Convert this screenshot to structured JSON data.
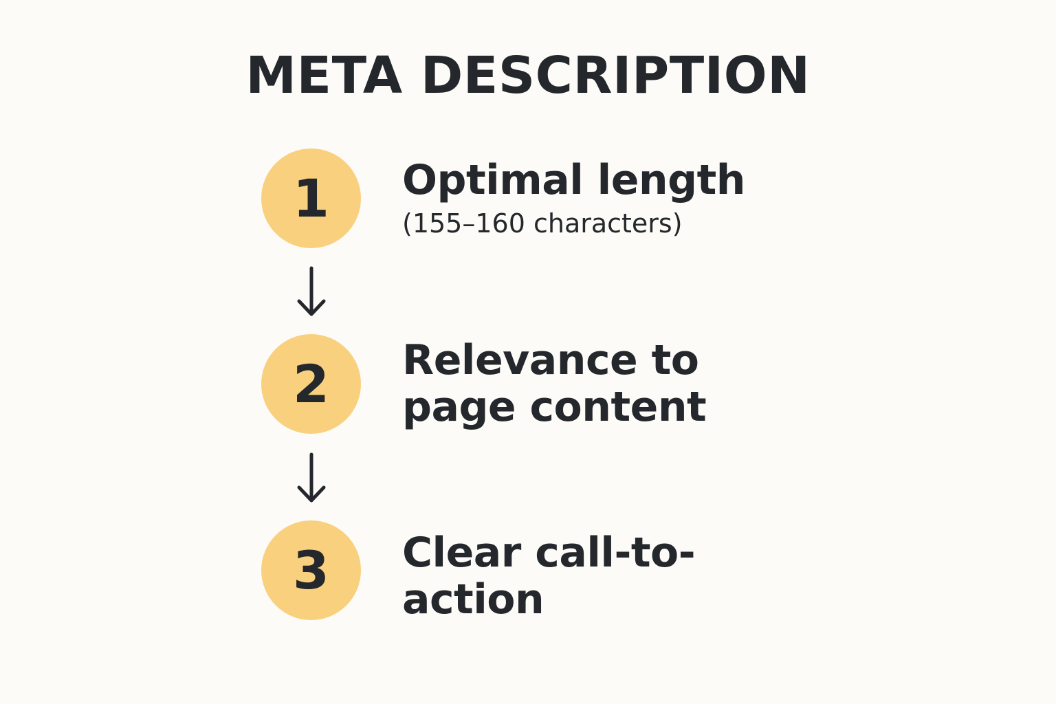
{
  "title": "META DESCRIPTION",
  "colors": {
    "background": "#fcfbf7",
    "circle_fill": "#f9d07e",
    "text": "#24272b"
  },
  "steps": [
    {
      "number": "1",
      "title": "Optimal length",
      "subtitle": "(155–160 characters)"
    },
    {
      "number": "2",
      "title": "Relevance to page content"
    },
    {
      "number": "3",
      "title": "Clear call-to-action"
    }
  ],
  "connectors": [
    "down-arrow-icon",
    "down-arrow-icon"
  ]
}
